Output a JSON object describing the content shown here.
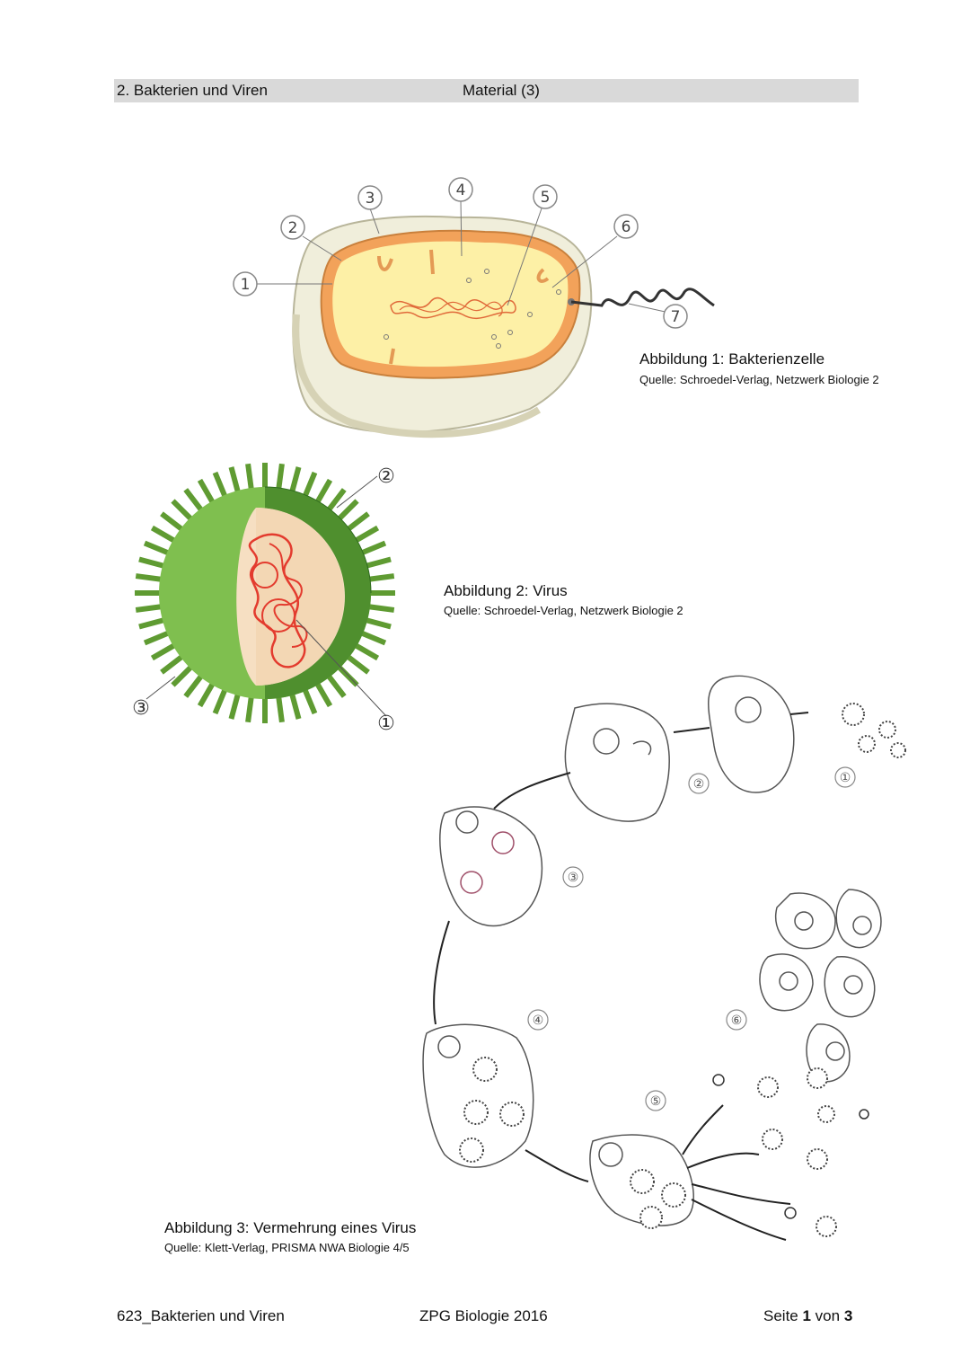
{
  "header": {
    "section": "2. Bakterien und Viren",
    "material": "Material (3)"
  },
  "figure1": {
    "labels": [
      "1",
      "2",
      "3",
      "4",
      "5",
      "6",
      "7"
    ],
    "caption": "Abbildung 1:  Bakterienzelle",
    "source_prefix": "Quelle: ",
    "source_text": "Schroedel-Verlag, Netzwerk Biologie 2"
  },
  "figure2": {
    "labels": [
      "②",
      "③",
      "①"
    ],
    "caption": "Abbildung 2:  Virus",
    "source_prefix": "Quelle: ",
    "source_text": "Schroedel-Verlag, Netzwerk Biologie 2"
  },
  "figure3": {
    "labels": [
      "①",
      "②",
      "③",
      "④",
      "⑤",
      "⑥"
    ],
    "caption": "Abbildung 3:  Vermehrung eines Virus",
    "source_prefix": "Quelle: ",
    "source_text": "Klett-Verlag, PRISMA NWA Biologie 4/5"
  },
  "footer": {
    "left": "623_Bakterien und Viren",
    "center": "ZPG Biologie 2016",
    "page_prefix": "Seite ",
    "page_current": "1",
    "page_mid": " von ",
    "page_total": "3"
  },
  "colors": {
    "capsule": "#f0eedb",
    "wall": "#f2a25a",
    "cytoplasm": "#fdf0a6",
    "dna": "#e06a3a",
    "virus_green": "#6fae3e",
    "virus_core": "#f6dfc2",
    "virus_rna": "#e33b2e"
  }
}
